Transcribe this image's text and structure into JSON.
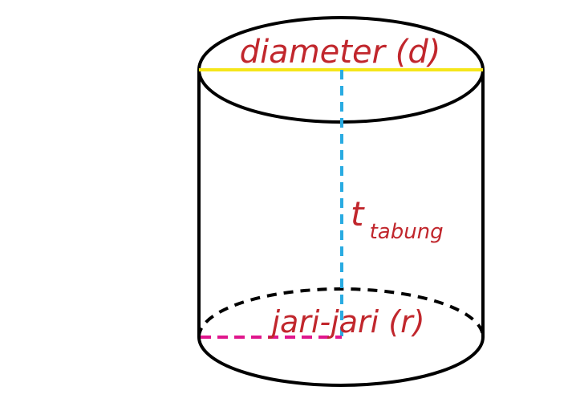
{
  "labels": {
    "diameter": "diameter (d)",
    "height_main": "t",
    "height_sub": "tabung",
    "radius": "jari-jari (r)"
  },
  "colors": {
    "outline": "#000000",
    "diameter_line": "#f5e61a",
    "height_line": "#29abe2",
    "radius_line": "#e0168c",
    "label_text": "#c1272d",
    "background": "#ffffff"
  }
}
